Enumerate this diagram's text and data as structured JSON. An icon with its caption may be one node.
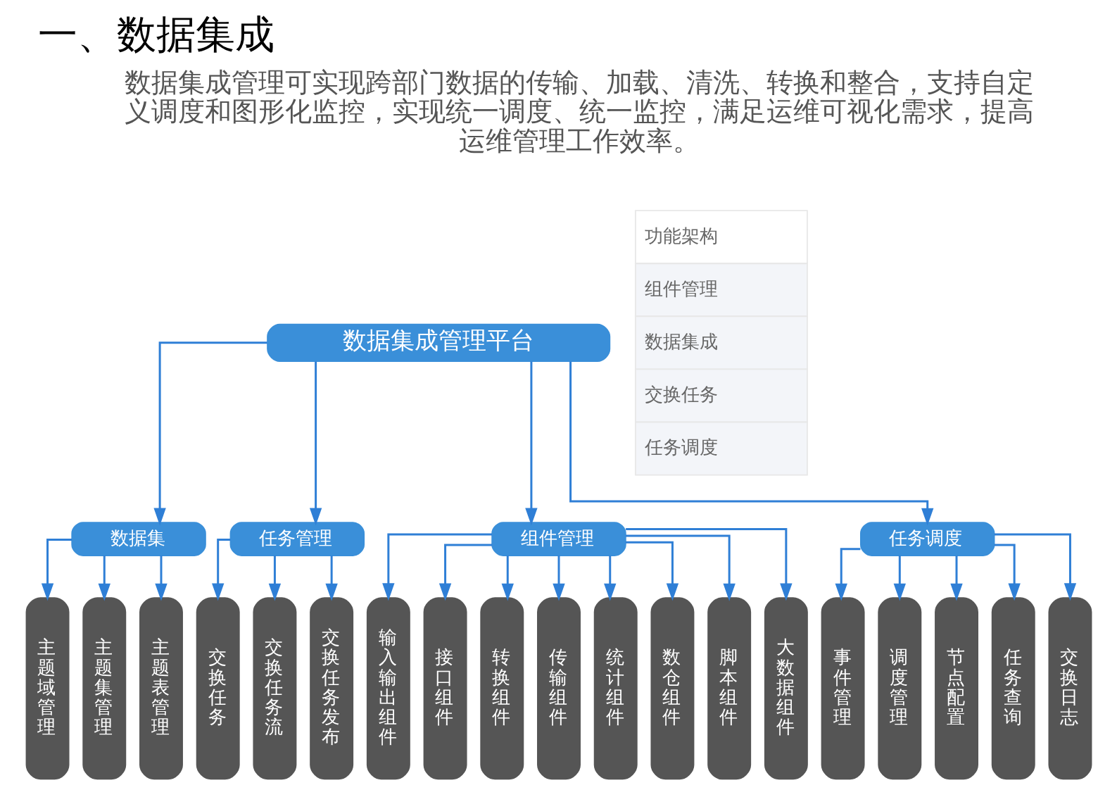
{
  "diagram": {
    "title": "一、数据集成",
    "nodes": [
      {
        "text": [
          "数据集成管理平台"
        ]
      },
      {
        "text": [
          "数据集"
        ]
      },
      {
        "text": [
          "任务管理"
        ]
      },
      {
        "text": [
          "组件管理"
        ]
      },
      {
        "text": [
          "任务调度"
        ]
      },
      {
        "text": [
          "主题域管理"
        ]
      },
      {
        "text": [
          "主题集管理"
        ]
      },
      {
        "text": [
          "主题表管理"
        ]
      },
      {
        "text": [
          "交换任务"
        ]
      },
      {
        "text": [
          "交换任务流"
        ]
      },
      {
        "text": [
          "交换任务发布"
        ]
      },
      {
        "text": [
          "输入输出组件"
        ]
      },
      {
        "text": [
          "接口组件"
        ]
      },
      {
        "text": [
          "转换组件"
        ]
      },
      {
        "text": [
          "传输组件"
        ]
      },
      {
        "text": [
          "统计组件"
        ]
      },
      {
        "text": [
          "数仓组件"
        ]
      },
      {
        "text": [
          "脚本组件"
        ]
      },
      {
        "text": [
          "大数据组件"
        ]
      },
      {
        "text": [
          "事件管理"
        ]
      },
      {
        "text": [
          "调度管理"
        ]
      },
      {
        "text": [
          "节点配置"
        ]
      },
      {
        "text": [
          "任务查询"
        ]
      },
      {
        "text": [
          "交换日志"
        ]
      }
    ],
    "edges": [
      {
        "from": 0,
        "to": 1,
        "arrow": "to"
      },
      {
        "from": 0,
        "to": 2,
        "arrow": "to"
      },
      {
        "from": 0,
        "to": 3,
        "arrow": "to"
      },
      {
        "from": 0,
        "to": 4,
        "arrow": "to"
      },
      {
        "from": 1,
        "to": 5,
        "arrow": "to"
      },
      {
        "from": 1,
        "to": 6,
        "arrow": "to"
      },
      {
        "from": 1,
        "to": 7,
        "arrow": "to"
      },
      {
        "from": 2,
        "to": 8,
        "arrow": "to"
      },
      {
        "from": 2,
        "to": 9,
        "arrow": "to"
      },
      {
        "from": 2,
        "to": 10,
        "arrow": "to"
      },
      {
        "from": 3,
        "to": 11,
        "arrow": "to"
      },
      {
        "from": 3,
        "to": 12,
        "arrow": "to"
      },
      {
        "from": 3,
        "to": 13,
        "arrow": "to"
      },
      {
        "from": 3,
        "to": 14,
        "arrow": "to"
      },
      {
        "from": 3,
        "to": 15,
        "arrow": "to"
      },
      {
        "from": 3,
        "to": 16,
        "arrow": "to"
      },
      {
        "from": 3,
        "to": 17,
        "arrow": "to"
      },
      {
        "from": 3,
        "to": 18,
        "arrow": "to"
      },
      {
        "from": 4,
        "to": 19,
        "arrow": "to"
      },
      {
        "from": 4,
        "to": 20,
        "arrow": "to"
      },
      {
        "from": 4,
        "to": 21,
        "arrow": "to"
      },
      {
        "from": 4,
        "to": 22,
        "arrow": "to"
      },
      {
        "from": 4,
        "to": 23,
        "arrow": "to"
      }
    ],
    "labels": [
      "数据集成管理可实现跨部门数据的传输、加载、清洗、转换和整合，支持自定义调度和图形化监控，实现统一调度、统一监控，满足运维可视化需求，提高运维管理工作效率。",
      "功能架构",
      "组件管理",
      "数据集成",
      "交换任务",
      "任务调度"
    ]
  }
}
